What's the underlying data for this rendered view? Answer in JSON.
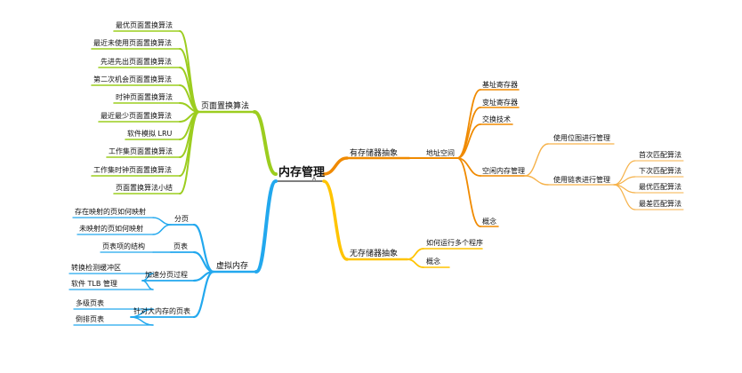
{
  "root": "内存管理",
  "root_marker": "A",
  "colors": {
    "green": "#9ccd1f",
    "blue": "#22a8ee",
    "orange": "#f08a00",
    "yellow": "#ffc400",
    "light_orange": "#f6b24a"
  },
  "green": {
    "label": "页面置换算法",
    "items": [
      "最优页面置换算法",
      "最近未使用页面置换算法",
      "先进先出页面置换算法",
      "第二次机会页面置换算法",
      "时钟页面置换算法",
      "最近最少页面置换算法",
      "软件模拟 LRU",
      "工作集页面置换算法",
      "工作集时钟页面置换算法",
      "页面置换算法小结"
    ]
  },
  "blue": {
    "label": "虚拟内存",
    "groups": [
      {
        "label": "分页",
        "items": [
          "存在映射的页如何映射",
          "未映射的页如何映射"
        ]
      },
      {
        "label": "页表",
        "items": [
          "页表项的结构"
        ]
      },
      {
        "label": "加速分页过程",
        "items": [
          "转换检测缓冲区",
          "软件 TLB 管理"
        ]
      },
      {
        "label": "针对大内存的页表",
        "items": [
          "多级页表",
          "倒排页表"
        ]
      }
    ]
  },
  "orange": {
    "label": "有存储器抽象",
    "sub": "地址空间",
    "items": [
      "基址寄存器",
      "变址寄存器",
      "交换技术",
      "空闲内存管理",
      "概念"
    ],
    "free": {
      "bitmap": "使用位图进行管理",
      "list": "使用链表进行管理",
      "fits": [
        "首次匹配算法",
        "下次匹配算法",
        "最优匹配算法",
        "最差匹配算法"
      ]
    }
  },
  "yellow": {
    "label": "无存储器抽象",
    "items": [
      "如何运行多个程序",
      "概念"
    ]
  }
}
